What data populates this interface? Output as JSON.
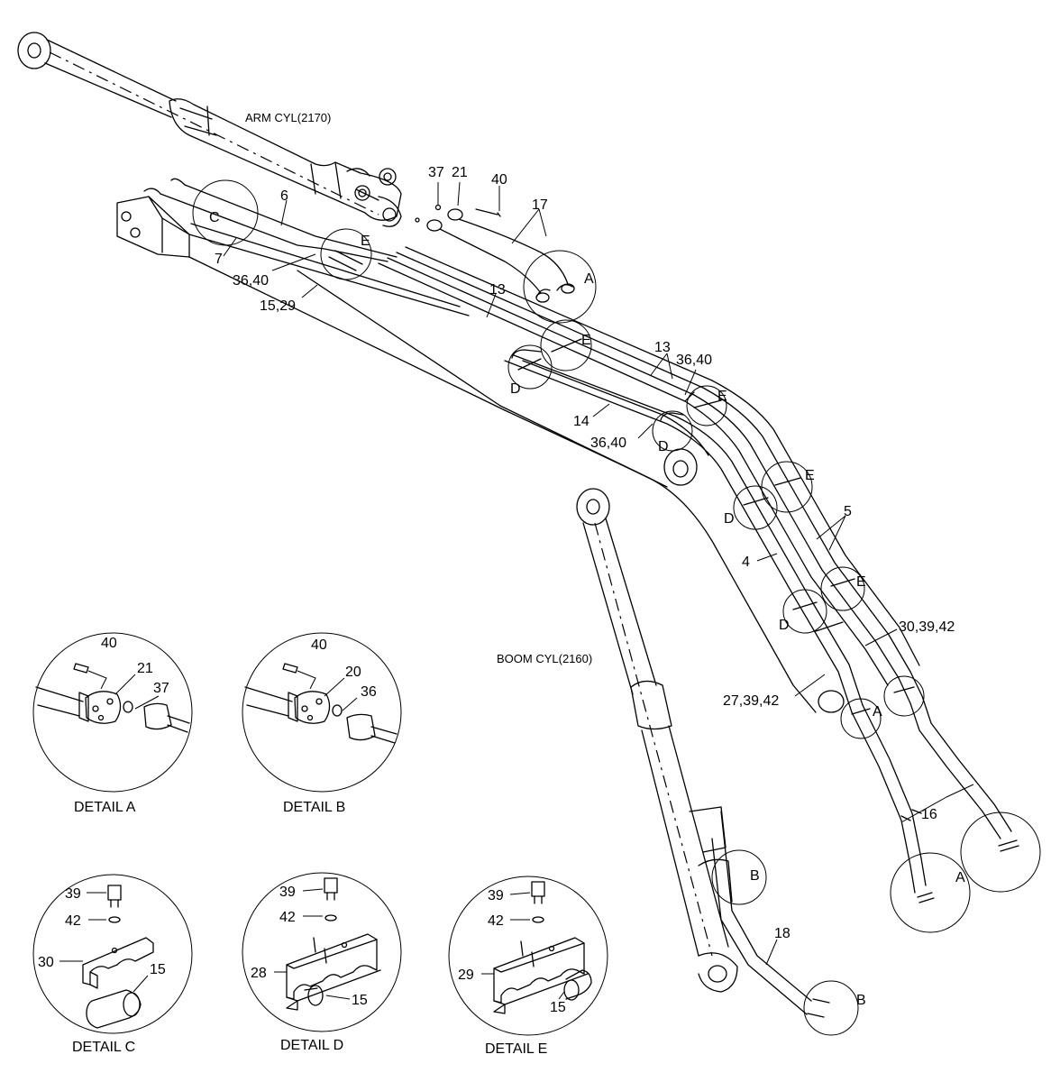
{
  "cylinders": {
    "arm": "ARM CYL(2170)",
    "boom": "BOOM CYL(2160)"
  },
  "part_labels": {
    "p37": "37",
    "p21": "21",
    "p40": "40",
    "p17": "17",
    "p6": "6",
    "p7": "7",
    "p36_40_a": "36,40",
    "p15_29": "15,29",
    "p13_a": "13",
    "p13_b": "13",
    "p36_40_b": "36,40",
    "p14": "14",
    "p36_40_c": "36,40",
    "p5": "5",
    "p4": "4",
    "p30_39_42": "30,39,42",
    "p27_39_42": "27,39,42",
    "p16": "16",
    "p18": "18"
  },
  "callouts": {
    "C": "C",
    "A": "A",
    "B": "B",
    "D": "D",
    "E": "E"
  },
  "details": {
    "a": {
      "caption": "DETAIL A",
      "bolt": "40",
      "flange": "21",
      "ring": "37"
    },
    "b": {
      "caption": "DETAIL B",
      "bolt": "40",
      "flange": "20",
      "ring": "36"
    },
    "c": {
      "caption": "DETAIL C",
      "bolt": "39",
      "washer": "42",
      "clamp": "30",
      "pipe": "15"
    },
    "d": {
      "caption": "DETAIL D",
      "bolt": "39",
      "washer": "42",
      "clamp": "28",
      "pipe": "15"
    },
    "e": {
      "caption": "DETAIL E",
      "bolt": "39",
      "washer": "42",
      "clamp": "29",
      "pipe": "15"
    }
  }
}
